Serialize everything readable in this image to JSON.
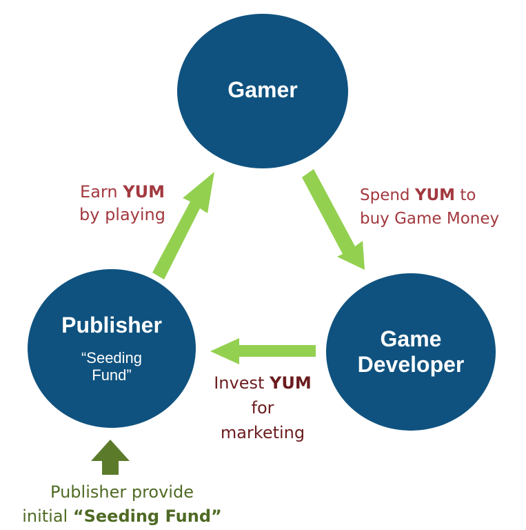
{
  "diagram": {
    "nodes": {
      "gamer": {
        "title": "Gamer"
      },
      "publisher": {
        "title": "Publisher",
        "subtitle": "“Seeding\nFund”"
      },
      "developer": {
        "title": "Game\nDeveloper"
      }
    },
    "edges": {
      "earn": {
        "line1_prefix": "Earn ",
        "line1_bold": "YUM",
        "line2": "by playing"
      },
      "spend": {
        "line1_prefix": "Spend ",
        "line1_bold": "YUM",
        "line1_suffix": " to",
        "line2": "buy Game Money"
      },
      "invest": {
        "line1_prefix": "Invest ",
        "line1_bold": "YUM",
        "line2": "for",
        "line3": "marketing"
      }
    },
    "seeding_note": {
      "line1": "Publisher provide",
      "line2_prefix": "initial ",
      "line2_bold": "“Seeding Fund”"
    },
    "colors": {
      "node_fill": "#0f527f",
      "node_text": "#ffffff",
      "cycle_arrow": "#93d050",
      "seed_arrow": "#5b7b2b",
      "edge_label": "#a2393f",
      "invest_label": "#6b1d1f",
      "seeding_label": "#4f6a24"
    }
  }
}
